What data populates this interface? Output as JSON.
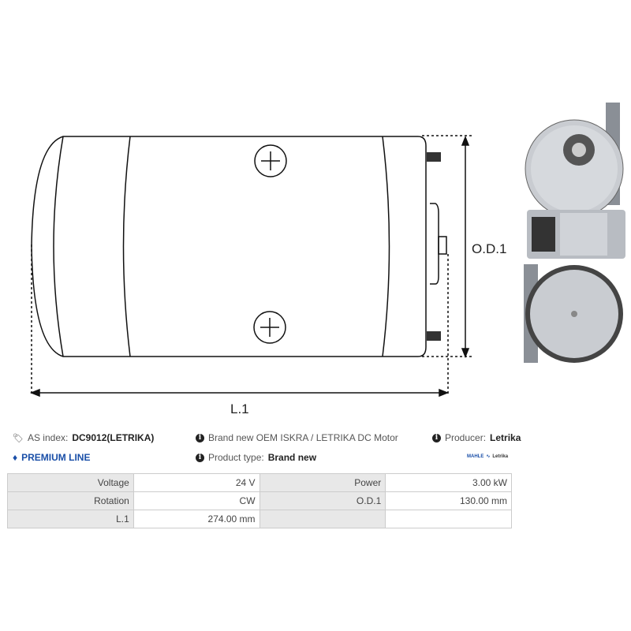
{
  "drawing": {
    "od_label": "O.D.1",
    "length_label": "L.1"
  },
  "info": {
    "as_index_label": "AS index:",
    "as_index_value": "DC9012(LETRIKA)",
    "description": "Brand new OEM ISKRA / LETRIKA DC Motor",
    "producer_label": "Producer:",
    "producer_value": "Letrika",
    "premium_line": "PREMIUM LINE",
    "product_type_label": "Product type:",
    "product_type_value": "Brand new",
    "brand_logo_left": "MAHLE",
    "brand_logo_right": "Letrika"
  },
  "colors": {
    "premium": "#1a4fa8",
    "label_bg": "#e8e8e8"
  },
  "specs": [
    {
      "label": "Voltage",
      "value": "24 V",
      "label2": "Power",
      "value2": "3.00 kW"
    },
    {
      "label": "Rotation",
      "value": "CW",
      "label2": "O.D.1",
      "value2": "130.00 mm"
    },
    {
      "label": "L.1",
      "value": "274.00 mm",
      "label2": "",
      "value2": ""
    }
  ]
}
